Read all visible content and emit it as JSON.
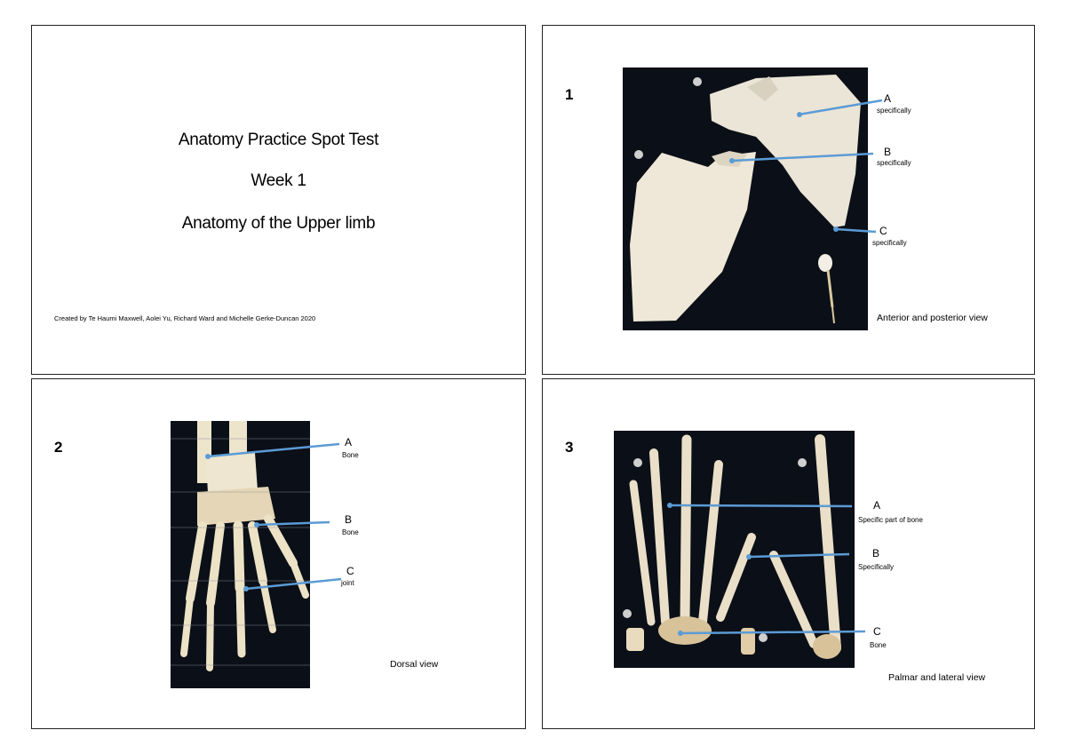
{
  "title_slide": {
    "line1": "Anatomy Practice Spot Test",
    "line2": "Week 1",
    "line3": "Anatomy of the Upper limb",
    "credits": "Created by Te Haumi Maxwell, Aolei Yu, Richard Ward and Michelle Gerke-Duncan 2020"
  },
  "slide1": {
    "number": "1",
    "caption": "Anterior and posterior view",
    "labels": [
      {
        "letter": "A",
        "sub": "specifically"
      },
      {
        "letter": "B",
        "sub": "specifically"
      },
      {
        "letter": "C",
        "sub": "specifically"
      }
    ]
  },
  "slide2": {
    "number": "2",
    "caption": "Dorsal view",
    "labels": [
      {
        "letter": "A",
        "sub": "Bone"
      },
      {
        "letter": "B",
        "sub": "Bone"
      },
      {
        "letter": "C",
        "sub": "joint"
      }
    ]
  },
  "slide3": {
    "number": "3",
    "caption": "Palmar and lateral view",
    "labels": [
      {
        "letter": "A",
        "sub": "Specific part of bone"
      },
      {
        "letter": "B",
        "sub": "Specifically"
      },
      {
        "letter": "C",
        "sub": "Bone"
      }
    ]
  },
  "colors": {
    "pointer": "#5b9bd5",
    "photo_bg": "#0b0f17",
    "bone": "#eee6d3"
  }
}
